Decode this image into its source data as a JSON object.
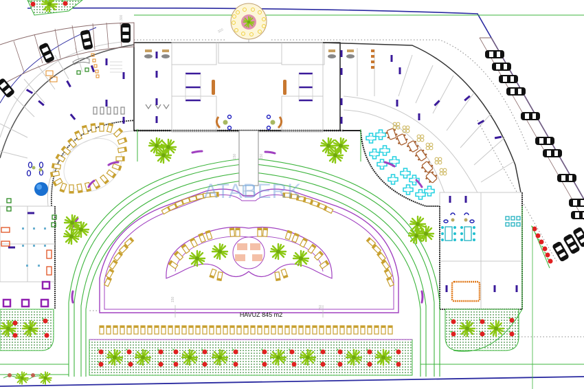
{
  "plan": {
    "type": "architectural-site-plan",
    "watermark": "ATABERK",
    "pool_label": "HAVUZ 845 m2",
    "dimensions": {
      "top_left": "300",
      "top_mid": "320",
      "pool_depth_left": "150",
      "pool_depth_right": "150",
      "bridge_a": "150",
      "bridge_b": "150"
    },
    "colors": {
      "landscape_green": "#3cb43c",
      "pool_outline": "#a040c0",
      "sunbed": "#c8a030",
      "palm": "#8cc814",
      "flower": "#e02020",
      "wall_dark": "#222222",
      "wall_light": "#c8c8c8",
      "door_purple": "#3a1a9a",
      "cyan_tables": "#20d0e0",
      "restaurant_table": "#a86030",
      "car": "#111111",
      "boundary_blue": "#2a2aa0",
      "dotted_path": "#888888",
      "meeting_table": "#e07818",
      "island_pads": "#f4c0a8",
      "fountain_yellow": "#f0d040"
    },
    "areas": [
      {
        "id": "pool",
        "label": "HAVUZ 845 m2"
      },
      {
        "id": "central-lobby"
      },
      {
        "id": "restaurant-west"
      },
      {
        "id": "restaurant-east"
      },
      {
        "id": "meeting-room"
      },
      {
        "id": "parking-north-west"
      },
      {
        "id": "parking-east"
      },
      {
        "id": "fountain-plaza"
      }
    ]
  }
}
